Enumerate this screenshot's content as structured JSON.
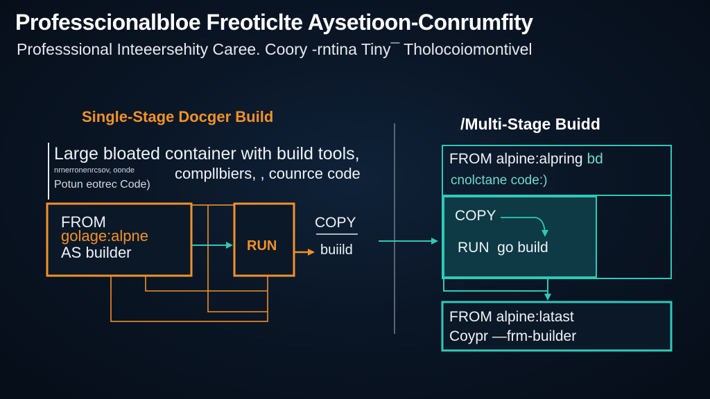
{
  "header": {
    "title": "Professcionalbloe Freoticlte Aysetioon-Conrumfity",
    "subtitle": "Professsional Inteeersehity Caree. Coory -rntina Tiny¯ Tholocoiomontivel"
  },
  "single_stage": {
    "heading": "Single-Stage Docger Build",
    "desc_line1": "Large bloated container with build tools,",
    "desc_line2_small": "nrnerronenrcsov, oonde",
    "desc_line2_main": "compllbiers, , counrce code",
    "desc_line3": "Potun eotrec Code)",
    "builder_from": "FROM",
    "builder_image": "golage:alpne",
    "builder_as": "AS builder",
    "run_label": "RUN",
    "copy_label": "COPY",
    "build_label": "buiild"
  },
  "multi_stage": {
    "heading": "Multi-Stage Buidd",
    "from_line": "FROM alpine:alpring",
    "from_suffix": "bd",
    "from_sub": "cnolctane code:)",
    "copy_label": "COPY",
    "run_label": "RUN",
    "run_cmd": "go build",
    "final_from": "FROM alpine:latast",
    "final_copy": "Coypr —frm-builder"
  },
  "colors": {
    "orange": "#f0922a",
    "teal": "#2ec9b8",
    "divider": "#5b6470"
  }
}
